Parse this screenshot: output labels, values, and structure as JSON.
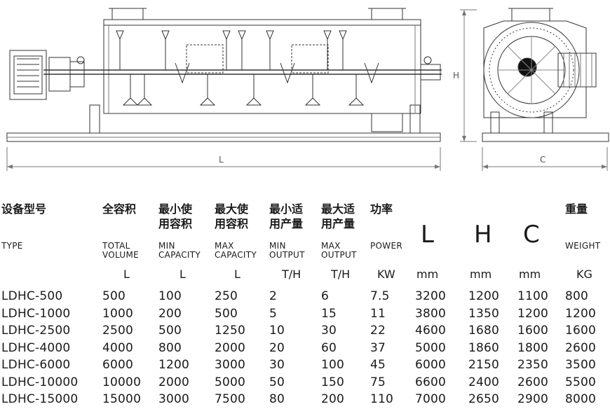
{
  "drawing": {
    "labels": {
      "length": "L",
      "height": "H",
      "width": "C"
    }
  },
  "table": {
    "columns": [
      {
        "key": "model",
        "cn": "设备型号",
        "en": "TYPE",
        "unit": ""
      },
      {
        "key": "total",
        "cn": "全容积",
        "en": "TOTAL\nVOLUME",
        "unit": "L"
      },
      {
        "key": "min_cap",
        "cn": "最小使\n用容积",
        "en": "MIN\nCAPACITY",
        "unit": "L"
      },
      {
        "key": "max_cap",
        "cn": "最大使\n用容积",
        "en": "MAX\nCAPACITY",
        "unit": "L"
      },
      {
        "key": "min_out",
        "cn": "最小适\n用产量",
        "en": "MIN\nOUTPUT",
        "unit": "T/H"
      },
      {
        "key": "max_out",
        "cn": "最大适\n用产量",
        "en": "MAX\nOUTPUT",
        "unit": "T/H"
      },
      {
        "key": "power",
        "cn": "功率",
        "en": "POWER",
        "unit": "KW"
      },
      {
        "key": "L",
        "big": "L",
        "unit": "mm"
      },
      {
        "key": "H",
        "big": "H",
        "unit": "mm"
      },
      {
        "key": "C",
        "big": "C",
        "unit": "mm"
      },
      {
        "key": "weight",
        "cn": "重量",
        "en": "WEIGHT",
        "unit": "KG"
      }
    ],
    "rows": [
      [
        "LDHC-500",
        "500",
        "100",
        "250",
        "2",
        "6",
        "7.5",
        "3200",
        "1200",
        "1100",
        "800"
      ],
      [
        "LDHC-1000",
        "1000",
        "200",
        "500",
        "5",
        "15",
        "11",
        "3800",
        "1350",
        "1200",
        "1200"
      ],
      [
        "LDHC-2500",
        "2500",
        "500",
        "1250",
        "10",
        "30",
        "22",
        "4600",
        "1680",
        "1600",
        "1600"
      ],
      [
        "LDHC-4000",
        "4000",
        "800",
        "2000",
        "20",
        "60",
        "37",
        "5000",
        "1860",
        "1800",
        "2600"
      ],
      [
        "LDHC-6000",
        "6000",
        "1200",
        "3000",
        "30",
        "100",
        "45",
        "6000",
        "2150",
        "2350",
        "3500"
      ],
      [
        "LDHC-10000",
        "10000",
        "2000",
        "5000",
        "50",
        "150",
        "75",
        "6600",
        "2400",
        "2600",
        "5500"
      ],
      [
        "LDHC-15000",
        "15000",
        "3000",
        "7500",
        "80",
        "200",
        "110",
        "7000",
        "2650",
        "2900",
        "8000"
      ]
    ]
  }
}
